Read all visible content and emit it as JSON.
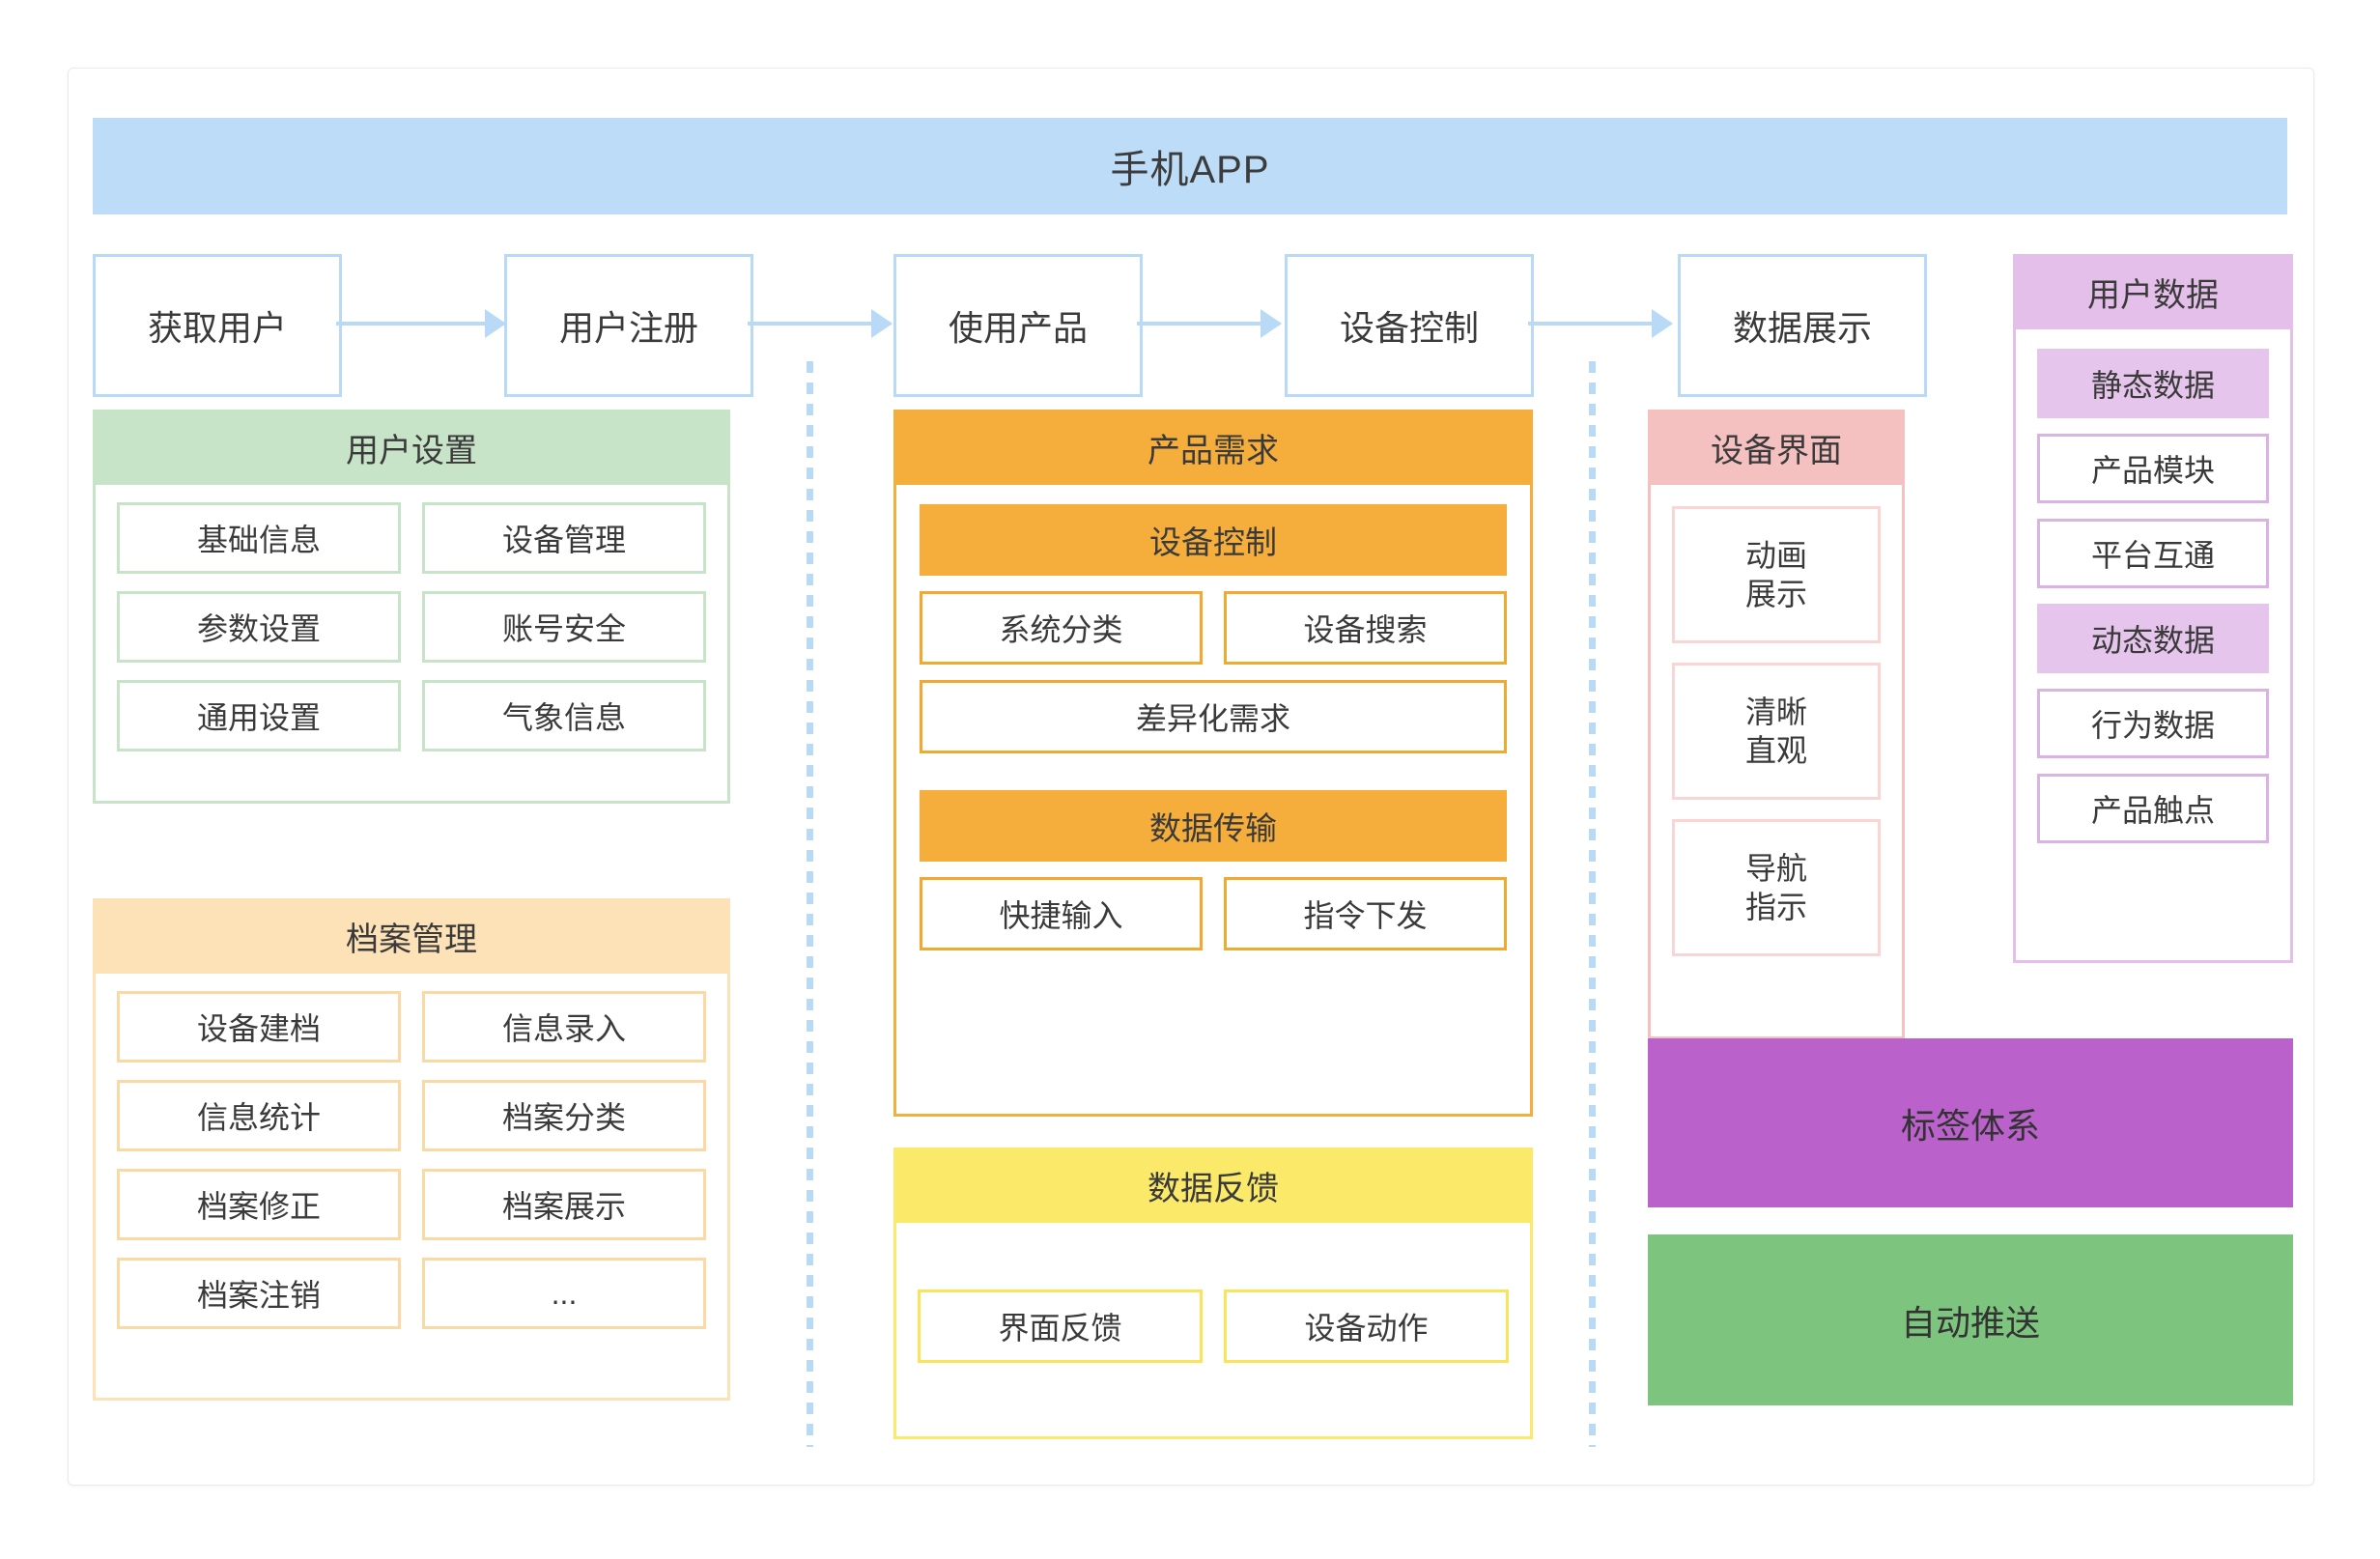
{
  "header": {
    "title": "手机APP"
  },
  "flow": {
    "steps": [
      {
        "label": "获取用户"
      },
      {
        "label": "用户注册"
      },
      {
        "label": "使用产品"
      },
      {
        "label": "设备控制"
      },
      {
        "label": "数据展示"
      }
    ]
  },
  "user_settings": {
    "title": "用户设置",
    "items": [
      "基础信息",
      "设备管理",
      "参数设置",
      "账号安全",
      "通用设置",
      "气象信息"
    ]
  },
  "archive_management": {
    "title": "档案管理",
    "items": [
      "设备建档",
      "信息录入",
      "信息统计",
      "档案分类",
      "档案修正",
      "档案展示",
      "档案注销",
      "..."
    ]
  },
  "product_requirements": {
    "title": "产品需求",
    "group_device_control": "设备控制",
    "device_control_items": [
      "系统分类",
      "设备搜索"
    ],
    "differentiated_demand": "差异化需求",
    "group_data_transfer": "数据传输",
    "data_transfer_items": [
      "快捷输入",
      "指令下发"
    ]
  },
  "data_feedback": {
    "title": "数据反馈",
    "items": [
      "界面反馈",
      "设备动作"
    ]
  },
  "device_interface": {
    "title": "设备界面",
    "items": [
      {
        "line1": "动画",
        "line2": "展示"
      },
      {
        "line1": "清晰",
        "line2": "直观"
      },
      {
        "line1": "导航",
        "line2": "指示"
      }
    ]
  },
  "user_data": {
    "title": "用户数据",
    "static_label": "静态数据",
    "static_items": [
      "产品模块",
      "平台互通"
    ],
    "dynamic_label": "动态数据",
    "dynamic_items": [
      "行为数据",
      "产品触点"
    ]
  },
  "blocks": {
    "tag_system": "标签体系",
    "auto_push": "自动推送"
  },
  "colors": {
    "header_blue": "#bcdcf7",
    "flow_border": "#b9daf6",
    "green": "#c7e3c8",
    "light_orange": "#fde2b8",
    "amber": "#f5ae3c",
    "yellow": "#fbe96a",
    "pink": "#f5c0c0",
    "violet": "#e3bfe9",
    "tag_purple": "#bb61cb",
    "push_green": "#7dc57f"
  }
}
